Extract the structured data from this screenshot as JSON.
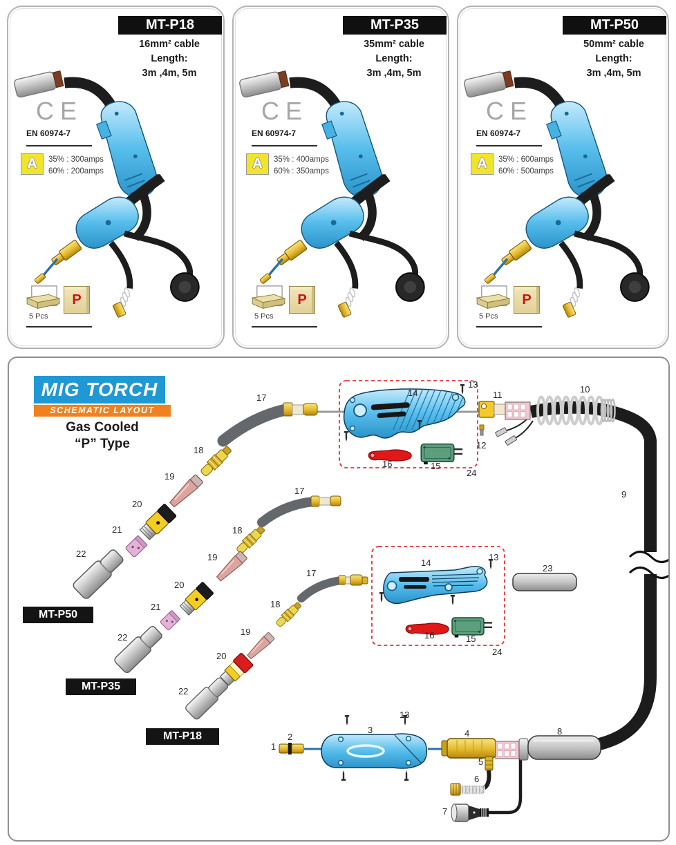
{
  "products": [
    {
      "model": "MT-P18",
      "cable_spec": "16mm² cable",
      "length_label": "Length:",
      "lengths": "3m ,4m, 5m",
      "ce_mark": "CE",
      "standard": "EN 60974-7",
      "duty_icon_letter": "A",
      "duty_cycle_1": "35% : 300amps",
      "duty_cycle_2": "60% : 200amps",
      "pack_qty": "5 Pcs",
      "pack_letter": "P"
    },
    {
      "model": "MT-P35",
      "cable_spec": "35mm² cable",
      "length_label": "Length:",
      "lengths": "3m ,4m, 5m",
      "ce_mark": "CE",
      "standard": "EN 60974-7",
      "duty_icon_letter": "A",
      "duty_cycle_1": "35% : 400amps",
      "duty_cycle_2": "60% : 350amps",
      "pack_qty": "5 Pcs",
      "pack_letter": "P"
    },
    {
      "model": "MT-P50",
      "cable_spec": "50mm² cable",
      "length_label": "Length:",
      "lengths": "3m ,4m, 5m",
      "ce_mark": "CE",
      "standard": "EN 60974-7",
      "duty_icon_letter": "A",
      "duty_cycle_1": "35% : 600amps",
      "duty_cycle_2": "60% : 500amps",
      "pack_qty": "5 Pcs",
      "pack_letter": "P"
    }
  ],
  "schematic": {
    "title_line1": "MIG TORCH",
    "title_line2": "SCHEMATIC LAYOUT",
    "subtitle_line1": "Gas Cooled",
    "subtitle_line2": "“P” Type",
    "badges": {
      "p50": "MT-P50",
      "p35": "MT-P35",
      "p18": "MT-P18"
    },
    "part_numbers": {
      "1": "1",
      "2": "2",
      "3": "3",
      "4": "4",
      "5": "5",
      "6": "6",
      "7": "7",
      "8": "8",
      "9": "9",
      "10": "10",
      "11": "11",
      "12": "12",
      "13": "13",
      "14": "14",
      "15": "15",
      "16": "16",
      "17": "17",
      "18": "18",
      "19": "19",
      "20": "20",
      "21": "21",
      "22": "22",
      "23": "23",
      "24": "24"
    }
  },
  "colors": {
    "title_blue": "#1f98d6",
    "title_orange": "#f1811f",
    "badge_black": "#141414",
    "dashed_red": "#e23434",
    "handle_blue": "#56bdec",
    "duty_yellow": "#f2e32b"
  }
}
